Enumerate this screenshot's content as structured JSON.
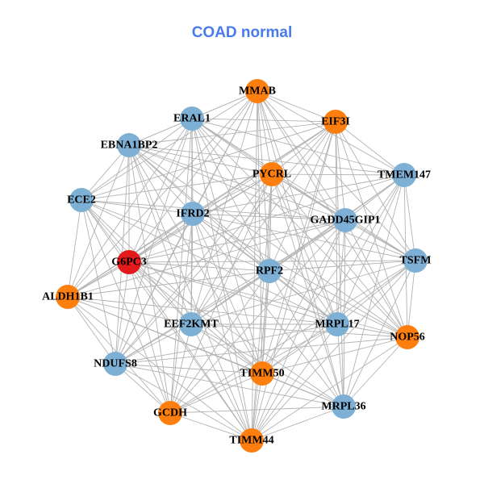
{
  "title": "COAD normal",
  "colors": {
    "blue": "#7eb0d5",
    "orange": "#ff7f0e",
    "red": "#e3191c",
    "edge": "#b3b3b3"
  },
  "nodes": [
    {
      "id": "MMAB",
      "color": "orange"
    },
    {
      "id": "ERAL1",
      "color": "blue"
    },
    {
      "id": "EIF3I",
      "color": "orange"
    },
    {
      "id": "EBNA1BP2",
      "color": "blue"
    },
    {
      "id": "PYCRL",
      "color": "orange"
    },
    {
      "id": "TMEM147",
      "color": "blue"
    },
    {
      "id": "ECE2",
      "color": "blue"
    },
    {
      "id": "IFRD2",
      "color": "blue"
    },
    {
      "id": "GADD45GIP1",
      "color": "blue"
    },
    {
      "id": "G6PC3",
      "color": "red"
    },
    {
      "id": "TSFM",
      "color": "blue"
    },
    {
      "id": "RPF2",
      "color": "blue"
    },
    {
      "id": "ALDH1B1",
      "color": "orange"
    },
    {
      "id": "EEF2KMT",
      "color": "blue"
    },
    {
      "id": "MRPL17",
      "color": "blue"
    },
    {
      "id": "NOP56",
      "color": "orange"
    },
    {
      "id": "NDUFS8",
      "color": "blue"
    },
    {
      "id": "TIMM50",
      "color": "orange"
    },
    {
      "id": "MRPL36",
      "color": "blue"
    },
    {
      "id": "GCDH",
      "color": "orange"
    },
    {
      "id": "TIMM44",
      "color": "orange"
    }
  ],
  "missing_edges": [
    [
      "ECE2",
      "TSFM"
    ],
    [
      "ALDH1B1",
      "TMEM147"
    ],
    [
      "NDUFS8",
      "TMEM147"
    ],
    [
      "GCDH",
      "EIF3I"
    ],
    [
      "ECE2",
      "NOP56"
    ],
    [
      "ALDH1B1",
      "TSFM"
    ],
    [
      "EBNA1BP2",
      "MRPL36"
    ],
    [
      "NDUFS8",
      "TSFM"
    ],
    [
      "GCDH",
      "TMEM147"
    ],
    [
      "ECE2",
      "MRPL36"
    ],
    [
      "MMAB",
      "GCDH"
    ],
    [
      "ERAL1",
      "MRPL36"
    ],
    [
      "ALDH1B1",
      "NOP56"
    ],
    [
      "ECE2",
      "TMEM147"
    ],
    [
      "GCDH",
      "NOP56"
    ]
  ]
}
